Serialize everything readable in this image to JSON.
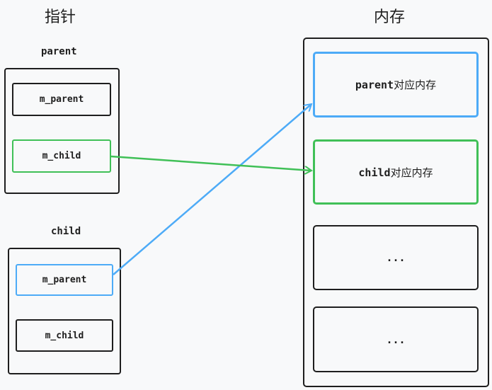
{
  "titles": {
    "pointers": "指针",
    "memory": "内存"
  },
  "parent": {
    "label": "parent",
    "fields": [
      "m_parent",
      "m_child"
    ]
  },
  "child": {
    "label": "child",
    "fields": [
      "m_parent",
      "m_child"
    ]
  },
  "memory": {
    "slots": [
      {
        "bold": "parent",
        "text": "对应内存"
      },
      {
        "bold": "child",
        "text": "对应内存"
      },
      {
        "bold": "...",
        "text": ""
      },
      {
        "bold": "...",
        "text": ""
      }
    ]
  },
  "colors": {
    "blue": "#4dabf7",
    "green": "#40c057",
    "black": "#1e1e1e"
  }
}
